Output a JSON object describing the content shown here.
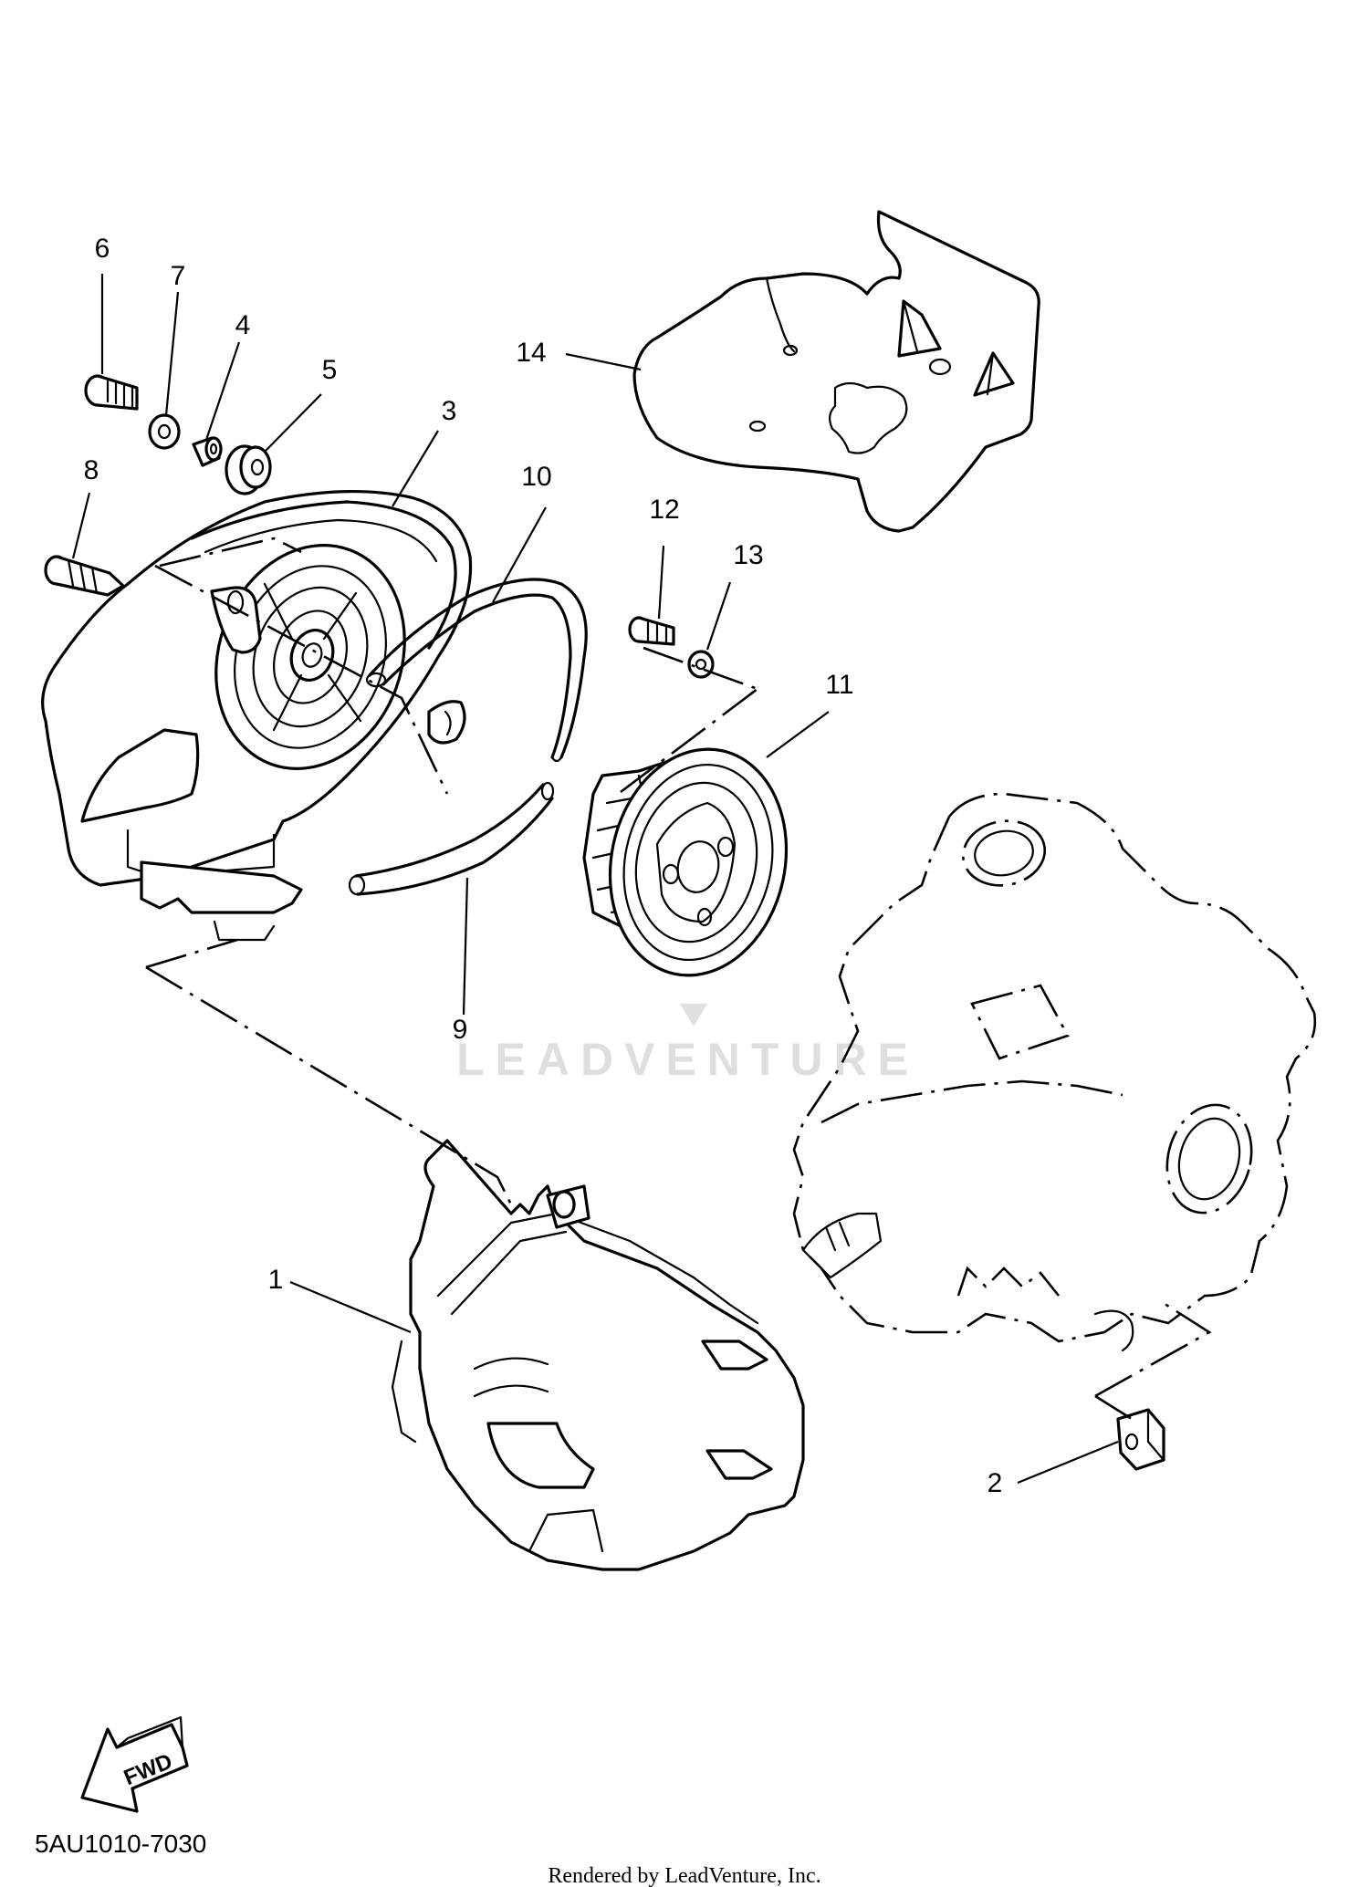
{
  "callouts": [
    {
      "id": "1",
      "text": "1"
    },
    {
      "id": "2",
      "text": "2"
    },
    {
      "id": "3",
      "text": "3"
    },
    {
      "id": "4",
      "text": "4"
    },
    {
      "id": "5",
      "text": "5"
    },
    {
      "id": "6",
      "text": "6"
    },
    {
      "id": "7",
      "text": "7"
    },
    {
      "id": "8",
      "text": "8"
    },
    {
      "id": "9",
      "text": "9"
    },
    {
      "id": "10",
      "text": "10"
    },
    {
      "id": "11",
      "text": "11"
    },
    {
      "id": "12",
      "text": "12"
    },
    {
      "id": "13",
      "text": "13"
    },
    {
      "id": "14",
      "text": "14"
    }
  ],
  "watermark": "LEADVENTURE",
  "fwd_label": "FWD",
  "diagram_code": "5AU1010-7030",
  "credit": "Rendered by LeadVenture, Inc."
}
